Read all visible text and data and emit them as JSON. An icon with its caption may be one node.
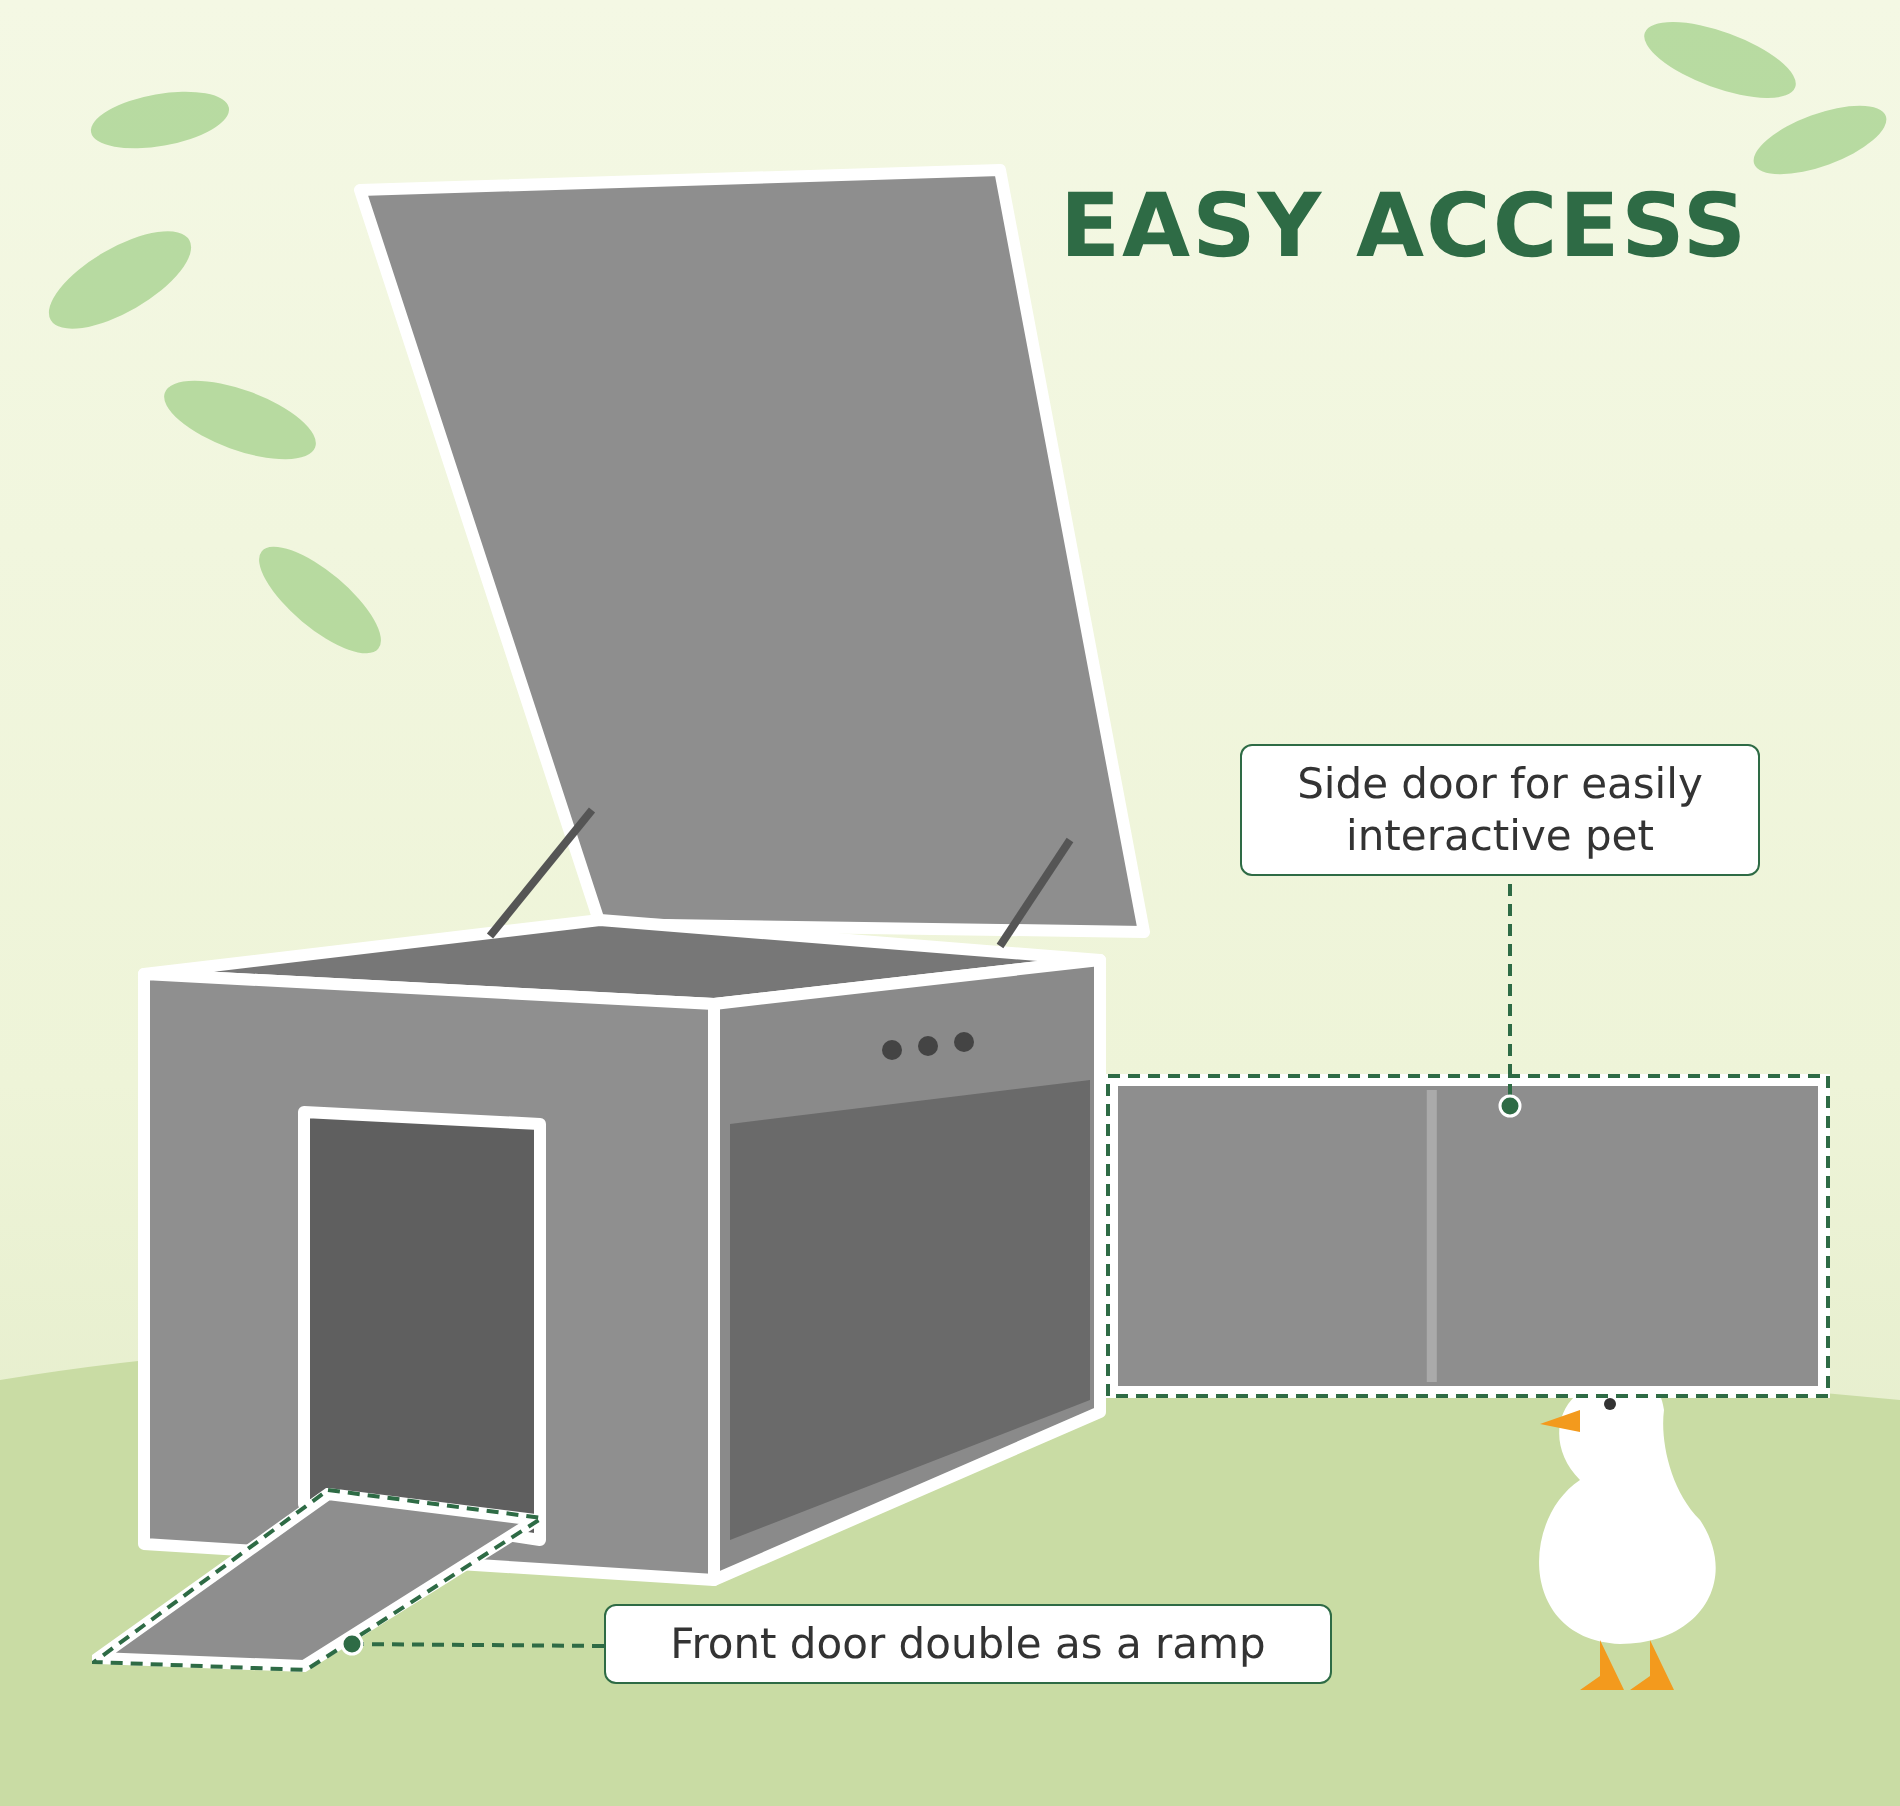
{
  "diagram": {
    "title": "EASY ACCESS",
    "nodes": [
      {
        "text": [
          "Side door for easily interactive pet"
        ]
      },
      {
        "text": [],
        "shape": "picture"
      },
      {
        "text": [
          "Front door double as a ramp"
        ]
      },
      {
        "text": [],
        "shape": "picture"
      }
    ],
    "edges": [
      {
        "from": 0,
        "to": 1,
        "arrow": "other",
        "style": "dashed"
      },
      {
        "from": 2,
        "to": 3,
        "arrow": "other",
        "style": "dashed"
      }
    ]
  }
}
